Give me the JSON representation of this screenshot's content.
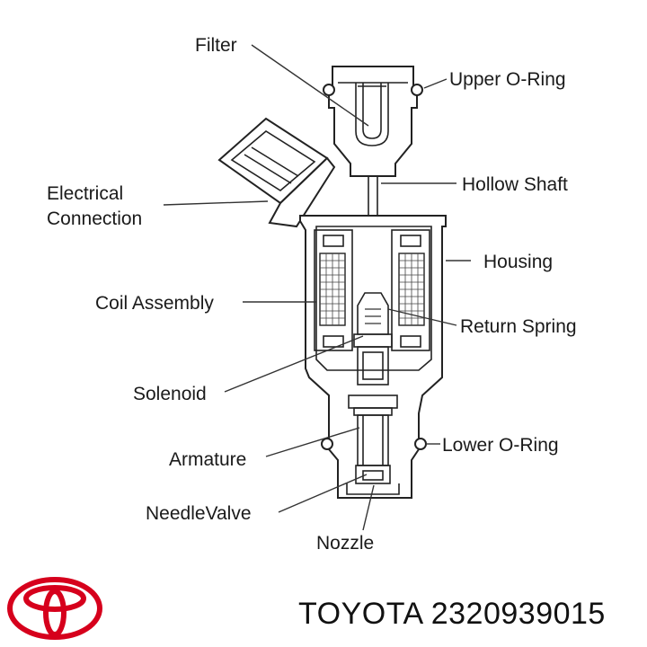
{
  "labels": {
    "filter": "Filter",
    "upper_o_ring": "Upper O-Ring",
    "electrical_line1": "Electrical",
    "electrical_line2": "Connection",
    "hollow_shaft": "Hollow Shaft",
    "housing": "Housing",
    "coil_assembly": "Coil Assembly",
    "return_spring": "Return Spring",
    "solenoid": "Solenoid",
    "lower_o_ring": "Lower O-Ring",
    "armature": "Armature",
    "needle_valve": "NeedleValve",
    "nozzle": "Nozzle"
  },
  "footer": {
    "brand": "TOYOTA",
    "part_number": "2320939015",
    "logo_icon": "toyota-logo-icon",
    "logo_color": "#d6001c"
  }
}
